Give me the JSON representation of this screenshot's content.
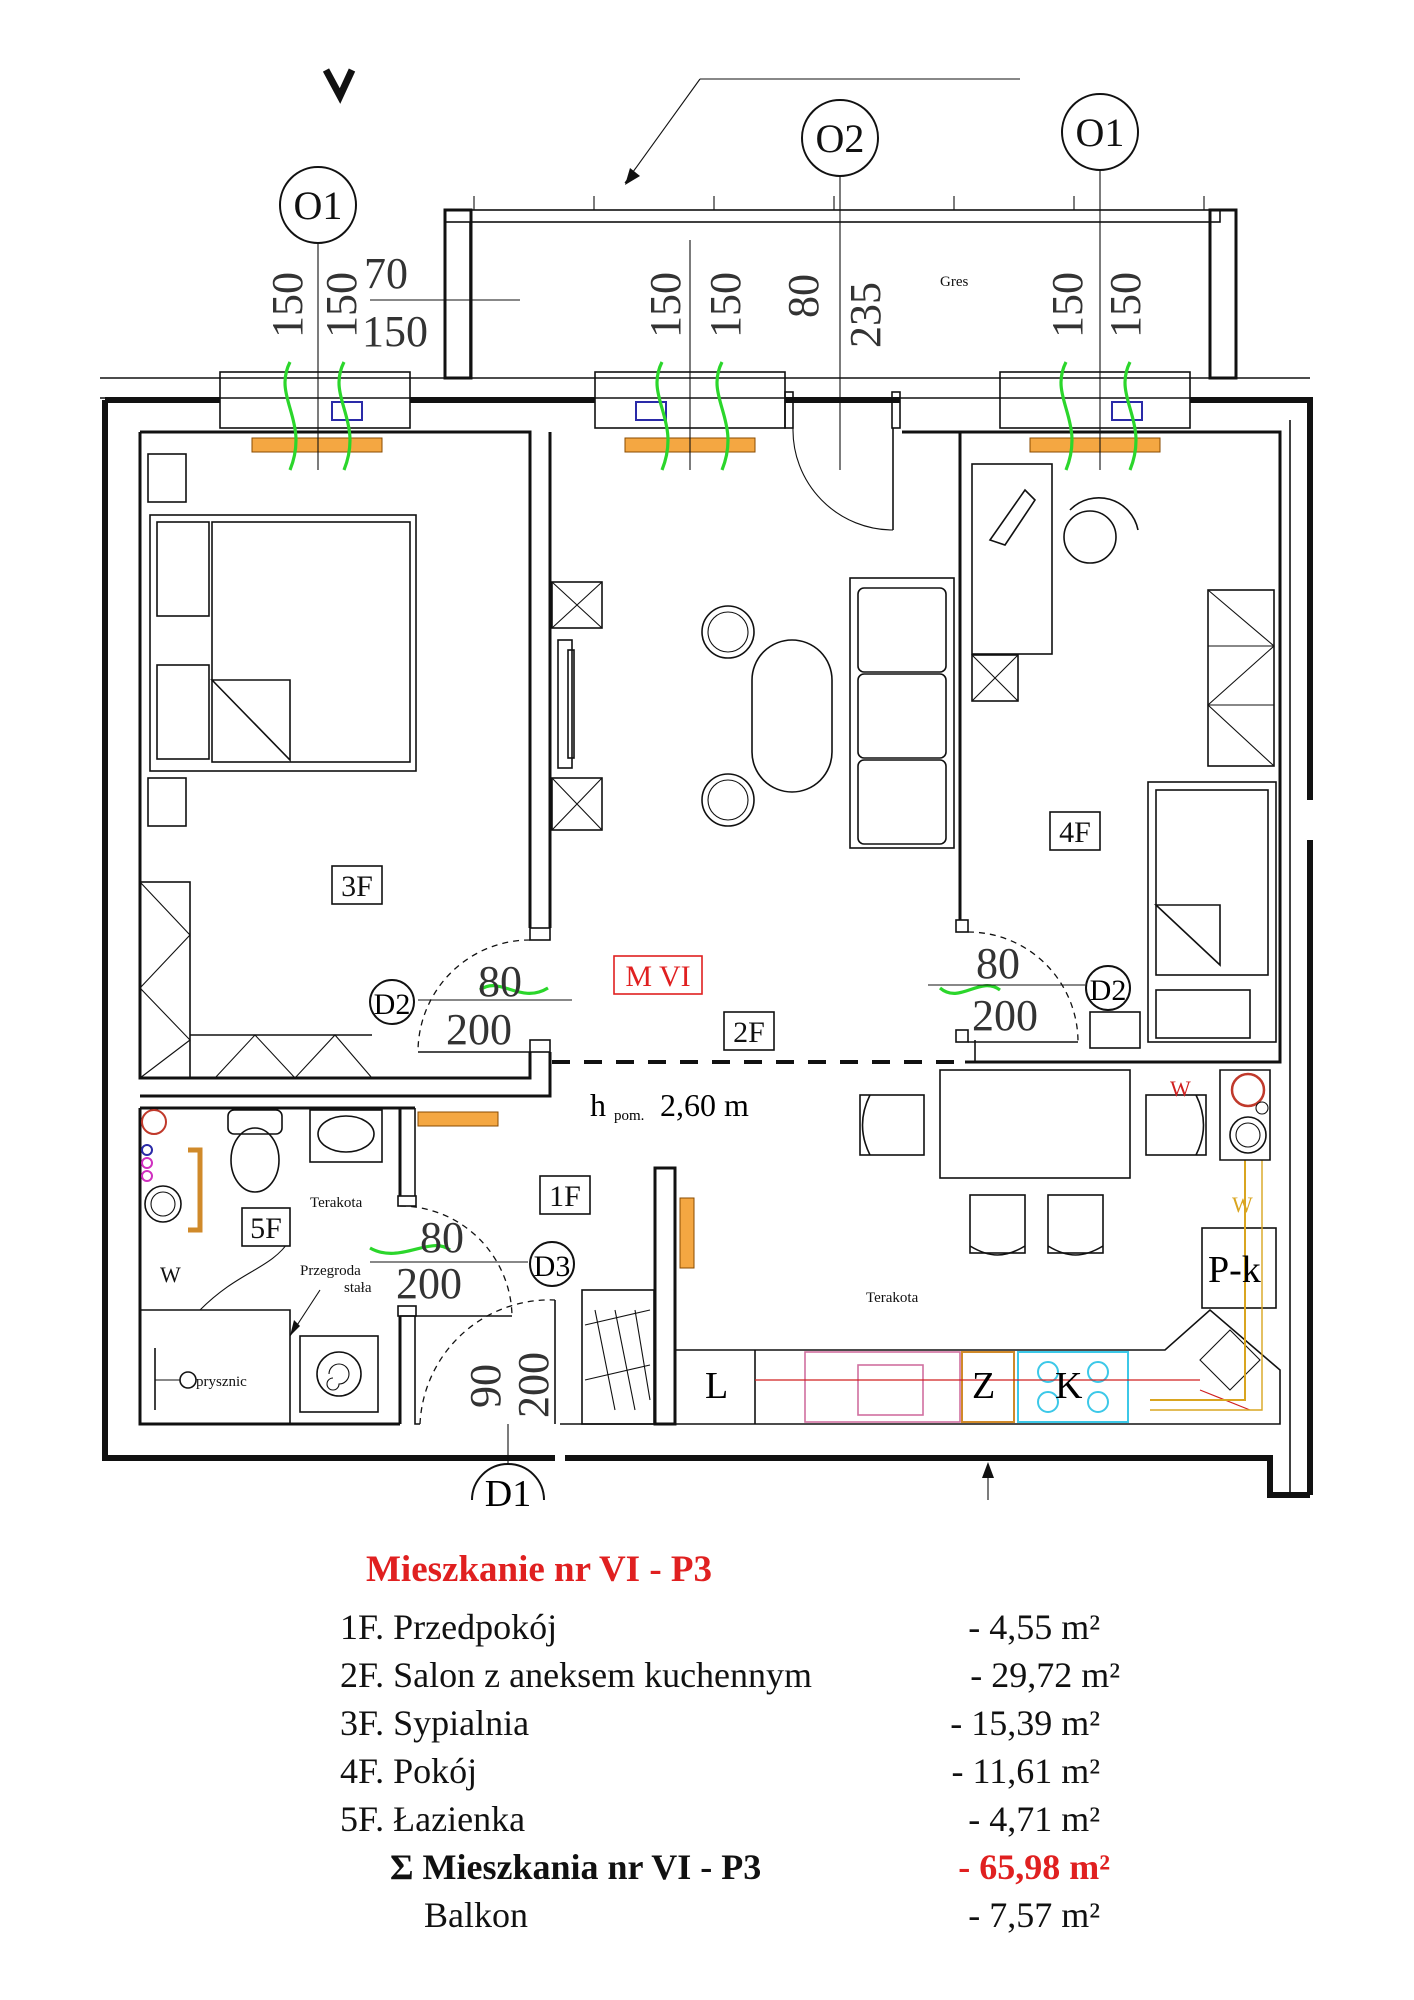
{
  "labels": {
    "axis_o1_left": "O1",
    "axis_o2": "O2",
    "axis_o1_right": "O1",
    "balcony_floor": "Gres",
    "flat_id": "M VI",
    "height_prefix": "h",
    "height_sub": "pom.",
    "height_value": "2,60 m",
    "terakota_bath": "Terakota",
    "terakota_kitchen": "Terakota",
    "partition": "Przegroda",
    "partition_2": "stała",
    "shower": "prysznic",
    "kitchen_l": "L",
    "kitchen_z": "Z",
    "kitchen_k": "K",
    "kitchen_pk": "P-k",
    "wm_1": "W",
    "wm_2": "W",
    "wm_3": "W"
  },
  "rooms": {
    "r1": "1F",
    "r2": "2F",
    "r3": "3F",
    "r4": "4F",
    "r5": "5F"
  },
  "doors": {
    "d1": "D1",
    "d2_left": "D2",
    "d2_right": "D2",
    "d3": "D3"
  },
  "dims": {
    "win_left_a": "150",
    "win_left_b": "150",
    "balc_a": "70",
    "balc_b": "150",
    "win_mid_a": "150",
    "win_mid_b": "150",
    "door_o2_a": "80",
    "door_o2_b": "235",
    "win_right_a": "150",
    "win_right_b": "150",
    "d2l_a": "80",
    "d2l_b": "200",
    "d2r_a": "80",
    "d2r_b": "200",
    "d3_a": "80",
    "d3_b": "200",
    "d1_a": "90",
    "d1_b": "200"
  },
  "legend": {
    "title": "Mieszkanie nr VI - P3",
    "rows": [
      {
        "label": "1F. Przedpokój",
        "value": "- 4,55 m²"
      },
      {
        "label": "2F. Salon z aneksem kuchennym",
        "value": "- 29,72 m²"
      },
      {
        "label": "3F. Sypialnia",
        "value": "- 15,39 m²"
      },
      {
        "label": "4F. Pokój",
        "value": "- 11,61 m²"
      },
      {
        "label": "5F. Łazienka",
        "value": "- 4,71 m²"
      }
    ],
    "total_label": "Σ Mieszkania nr VI - P3",
    "total_value": "- 65,98 m²",
    "balcony_label": "Balkon",
    "balcony_value": "- 7,57 m²"
  },
  "colors": {
    "accent_red": "#e02020",
    "vent_green": "#2bd62b",
    "radiator_orange": "#f4a742",
    "kitchen_cyan": "#3cc8e8",
    "kitchen_orange": "#d08a2a",
    "pipe_gold": "#d9a520"
  }
}
